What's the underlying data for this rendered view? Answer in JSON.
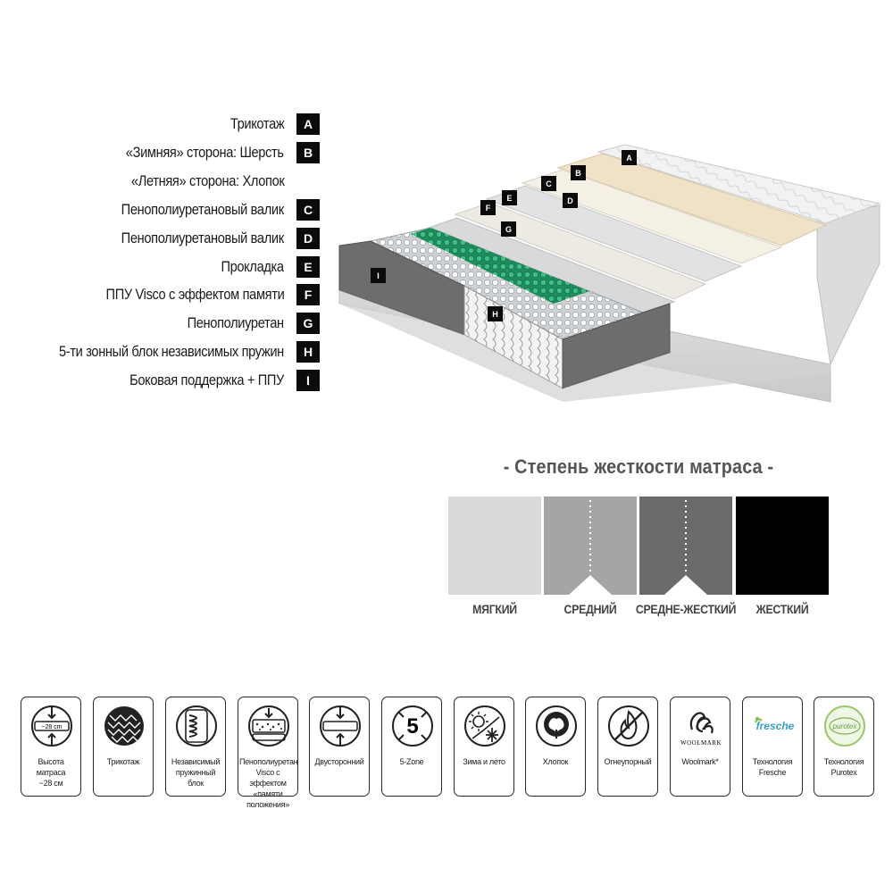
{
  "legend": [
    {
      "label": "Трикотаж",
      "letter": "A"
    },
    {
      "label": "«Зимняя» сторона: Шерсть",
      "letter": "B"
    },
    {
      "label": "«Летняя» сторона: Хлопок",
      "letter": ""
    },
    {
      "label": "Пенополиуретановый валик",
      "letter": "C"
    },
    {
      "label": "Пенополиуретановый валик",
      "letter": "D"
    },
    {
      "label": "Прокладка",
      "letter": "E"
    },
    {
      "label": "ППУ Visco с эффектом памяти",
      "letter": "F"
    },
    {
      "label": "Пенополиуретан",
      "letter": "G"
    },
    {
      "label": "5-ти зонный блок независимых пружин",
      "letter": "H"
    },
    {
      "label": "Боковая поддержка + ППУ",
      "letter": "I"
    }
  ],
  "diagram_tags": [
    "A",
    "B",
    "C",
    "D",
    "E",
    "F",
    "G",
    "H",
    "I"
  ],
  "firmness": {
    "title": "- Степень жесткости матраса -",
    "levels": [
      {
        "label": "МЯГКИЙ",
        "color": "#d9dadb"
      },
      {
        "label": "СРЕДНИЙ",
        "color": "#a4a5a7"
      },
      {
        "label": "СРЕДНЕ-ЖЕСТКИЙ",
        "color": "#6a6b6d"
      },
      {
        "label": "ЖЕСТКИЙ",
        "color": "#000000"
      }
    ]
  },
  "features": [
    {
      "icon": "height-icon",
      "label": "Высота\nматраса\n~28 см",
      "icon_text": "~28 cm"
    },
    {
      "icon": "knit-icon",
      "label": "Трикотаж"
    },
    {
      "icon": "spring-icon",
      "label": "Независимый\nпружинный\nблок"
    },
    {
      "icon": "memory-foam-icon",
      "label": "Пенополиуретан\nVisco с эффектом\n«памяти\nположения»"
    },
    {
      "icon": "two-sided-icon",
      "label": "Двусторонний"
    },
    {
      "icon": "five-zone-icon",
      "label": "5-Zone",
      "icon_text": "5"
    },
    {
      "icon": "summer-winter-icon",
      "label": "Зима и лето"
    },
    {
      "icon": "cotton-icon",
      "label": "Хлопок"
    },
    {
      "icon": "fireproof-icon",
      "label": "Огнеупорный"
    },
    {
      "icon": "woolmark-icon",
      "label": "Woolmark*",
      "icon_text": "WOOLMARK"
    },
    {
      "icon": "fresche-icon",
      "label": "Технология\nFresche",
      "icon_text": "fresche"
    },
    {
      "icon": "purotex-icon",
      "label": "Технология\nPurotex",
      "icon_text": "purotex"
    }
  ]
}
